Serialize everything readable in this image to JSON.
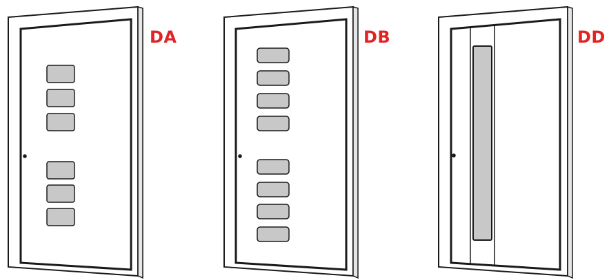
{
  "doors": [
    {
      "label": "DA",
      "glass_panels": 6
    },
    {
      "label": "DB",
      "glass_panels": 8
    },
    {
      "label": "DD",
      "glass_panels": 1
    }
  ],
  "colors": {
    "label": "#e02424",
    "outline": "#1a1a1a",
    "glass": "#c8c8c8",
    "frame_fill": "#ffffff",
    "frame_side": "#e6e6e6"
  }
}
